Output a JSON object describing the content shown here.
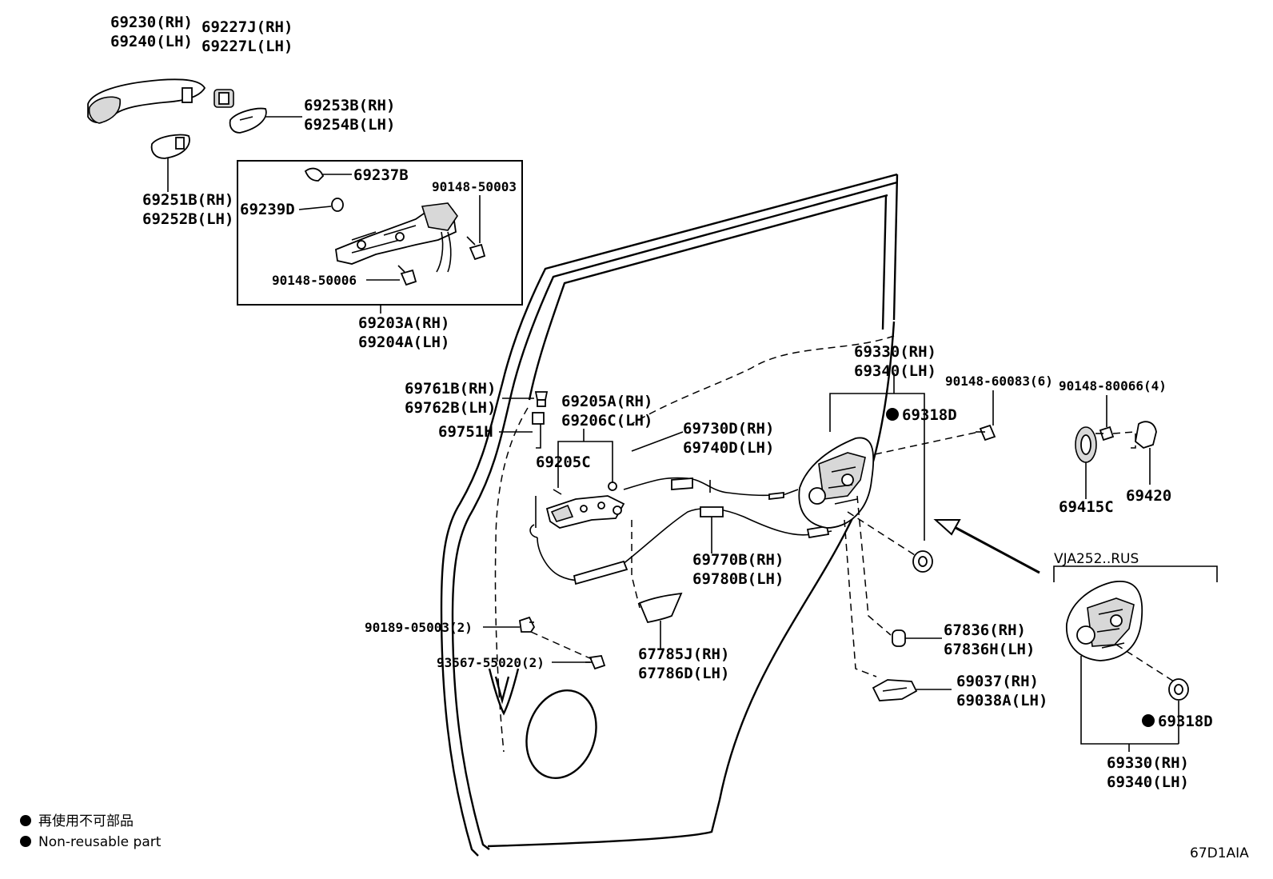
{
  "parts": {
    "handle_outer": [
      "69230(RH)",
      "69240(LH)"
    ],
    "handle_cover": [
      "69227J(RH)",
      "69227L(LH)"
    ],
    "handle_pad_upper": [
      "69253B(RH)",
      "69254B(LH)"
    ],
    "handle_pad_lower": [
      "69251B(RH)",
      "69252B(LH)"
    ],
    "cap": "69237B",
    "bushing": "69239D",
    "screw_a": "90148-50003",
    "screw_b": "90148-50006",
    "frame_assy": [
      "69203A(RH)",
      "69204A(LH)"
    ],
    "clip_top": [
      "69761B(RH)",
      "69762B(LH)"
    ],
    "rod": "69751H",
    "inner_handle": [
      "69205A(RH)",
      "69206C(LH)"
    ],
    "inner_handle_sub": "69205C",
    "cable_upper": [
      "69730D(RH)",
      "69740D(LH)"
    ],
    "lock_assy": [
      "69330(RH)",
      "69340(LH)"
    ],
    "seal_main": "69318D",
    "screw_c": "90148-60083(6)",
    "screw_d": "90148-80066(4)",
    "striker_plate": "69415C",
    "striker": "69420",
    "cable_lower": [
      "69770B(RH)",
      "69780B(LH)"
    ],
    "clip_lower": "90189-05003(2)",
    "bolt_lower": "93567-55020(2)",
    "bezel": [
      "67785J(RH)",
      "67786D(LH)"
    ],
    "grommet": [
      "67836(RH)",
      "67836H(LH)"
    ],
    "protector": [
      "69037(RH)",
      "69038A(LH)"
    ]
  },
  "variant": {
    "title": "VJA252..RUS",
    "seal": "69318D",
    "lock_assy": [
      "69330(RH)",
      "69340(LH)"
    ]
  },
  "legend": {
    "line_jp": "再使用不可部品",
    "line_en": "Non-reusable part"
  },
  "figure_code": "67D1AIA"
}
